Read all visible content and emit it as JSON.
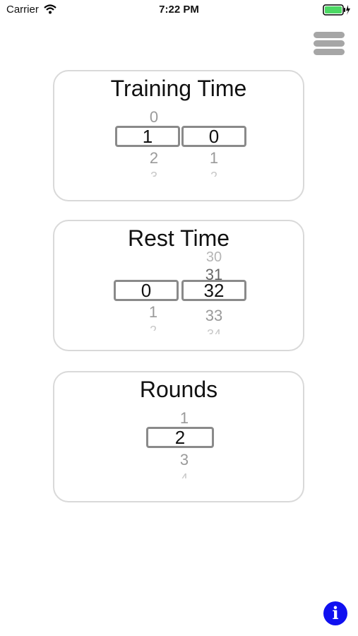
{
  "status_bar": {
    "carrier": "Carrier",
    "time": "7:22 PM"
  },
  "icons": {
    "wifi": "wifi-icon",
    "battery": "battery-charging-icon",
    "menu": "hamburger-menu-icon",
    "info": "info-icon"
  },
  "training_time": {
    "title": "Training Time",
    "minutes": {
      "above": "0",
      "selected": "1",
      "below": "2",
      "below2": "3"
    },
    "seconds": {
      "selected": "0",
      "below": "1",
      "below2": "2"
    }
  },
  "rest_time": {
    "title": "Rest Time",
    "minutes": {
      "selected": "0",
      "below": "1",
      "below2": "2"
    },
    "seconds": {
      "above2": "30",
      "above": "31",
      "selected": "32",
      "below": "33",
      "below2": "34"
    }
  },
  "rounds": {
    "title": "Rounds",
    "picker": {
      "above": "1",
      "selected": "2",
      "below": "3",
      "below2": "4"
    }
  },
  "info_button": {
    "label": "i"
  },
  "colors": {
    "info_button": "#1010f0",
    "battery": "#4cd964",
    "card_border": "#d9d9d9",
    "picker_border": "#8a8a8a"
  }
}
